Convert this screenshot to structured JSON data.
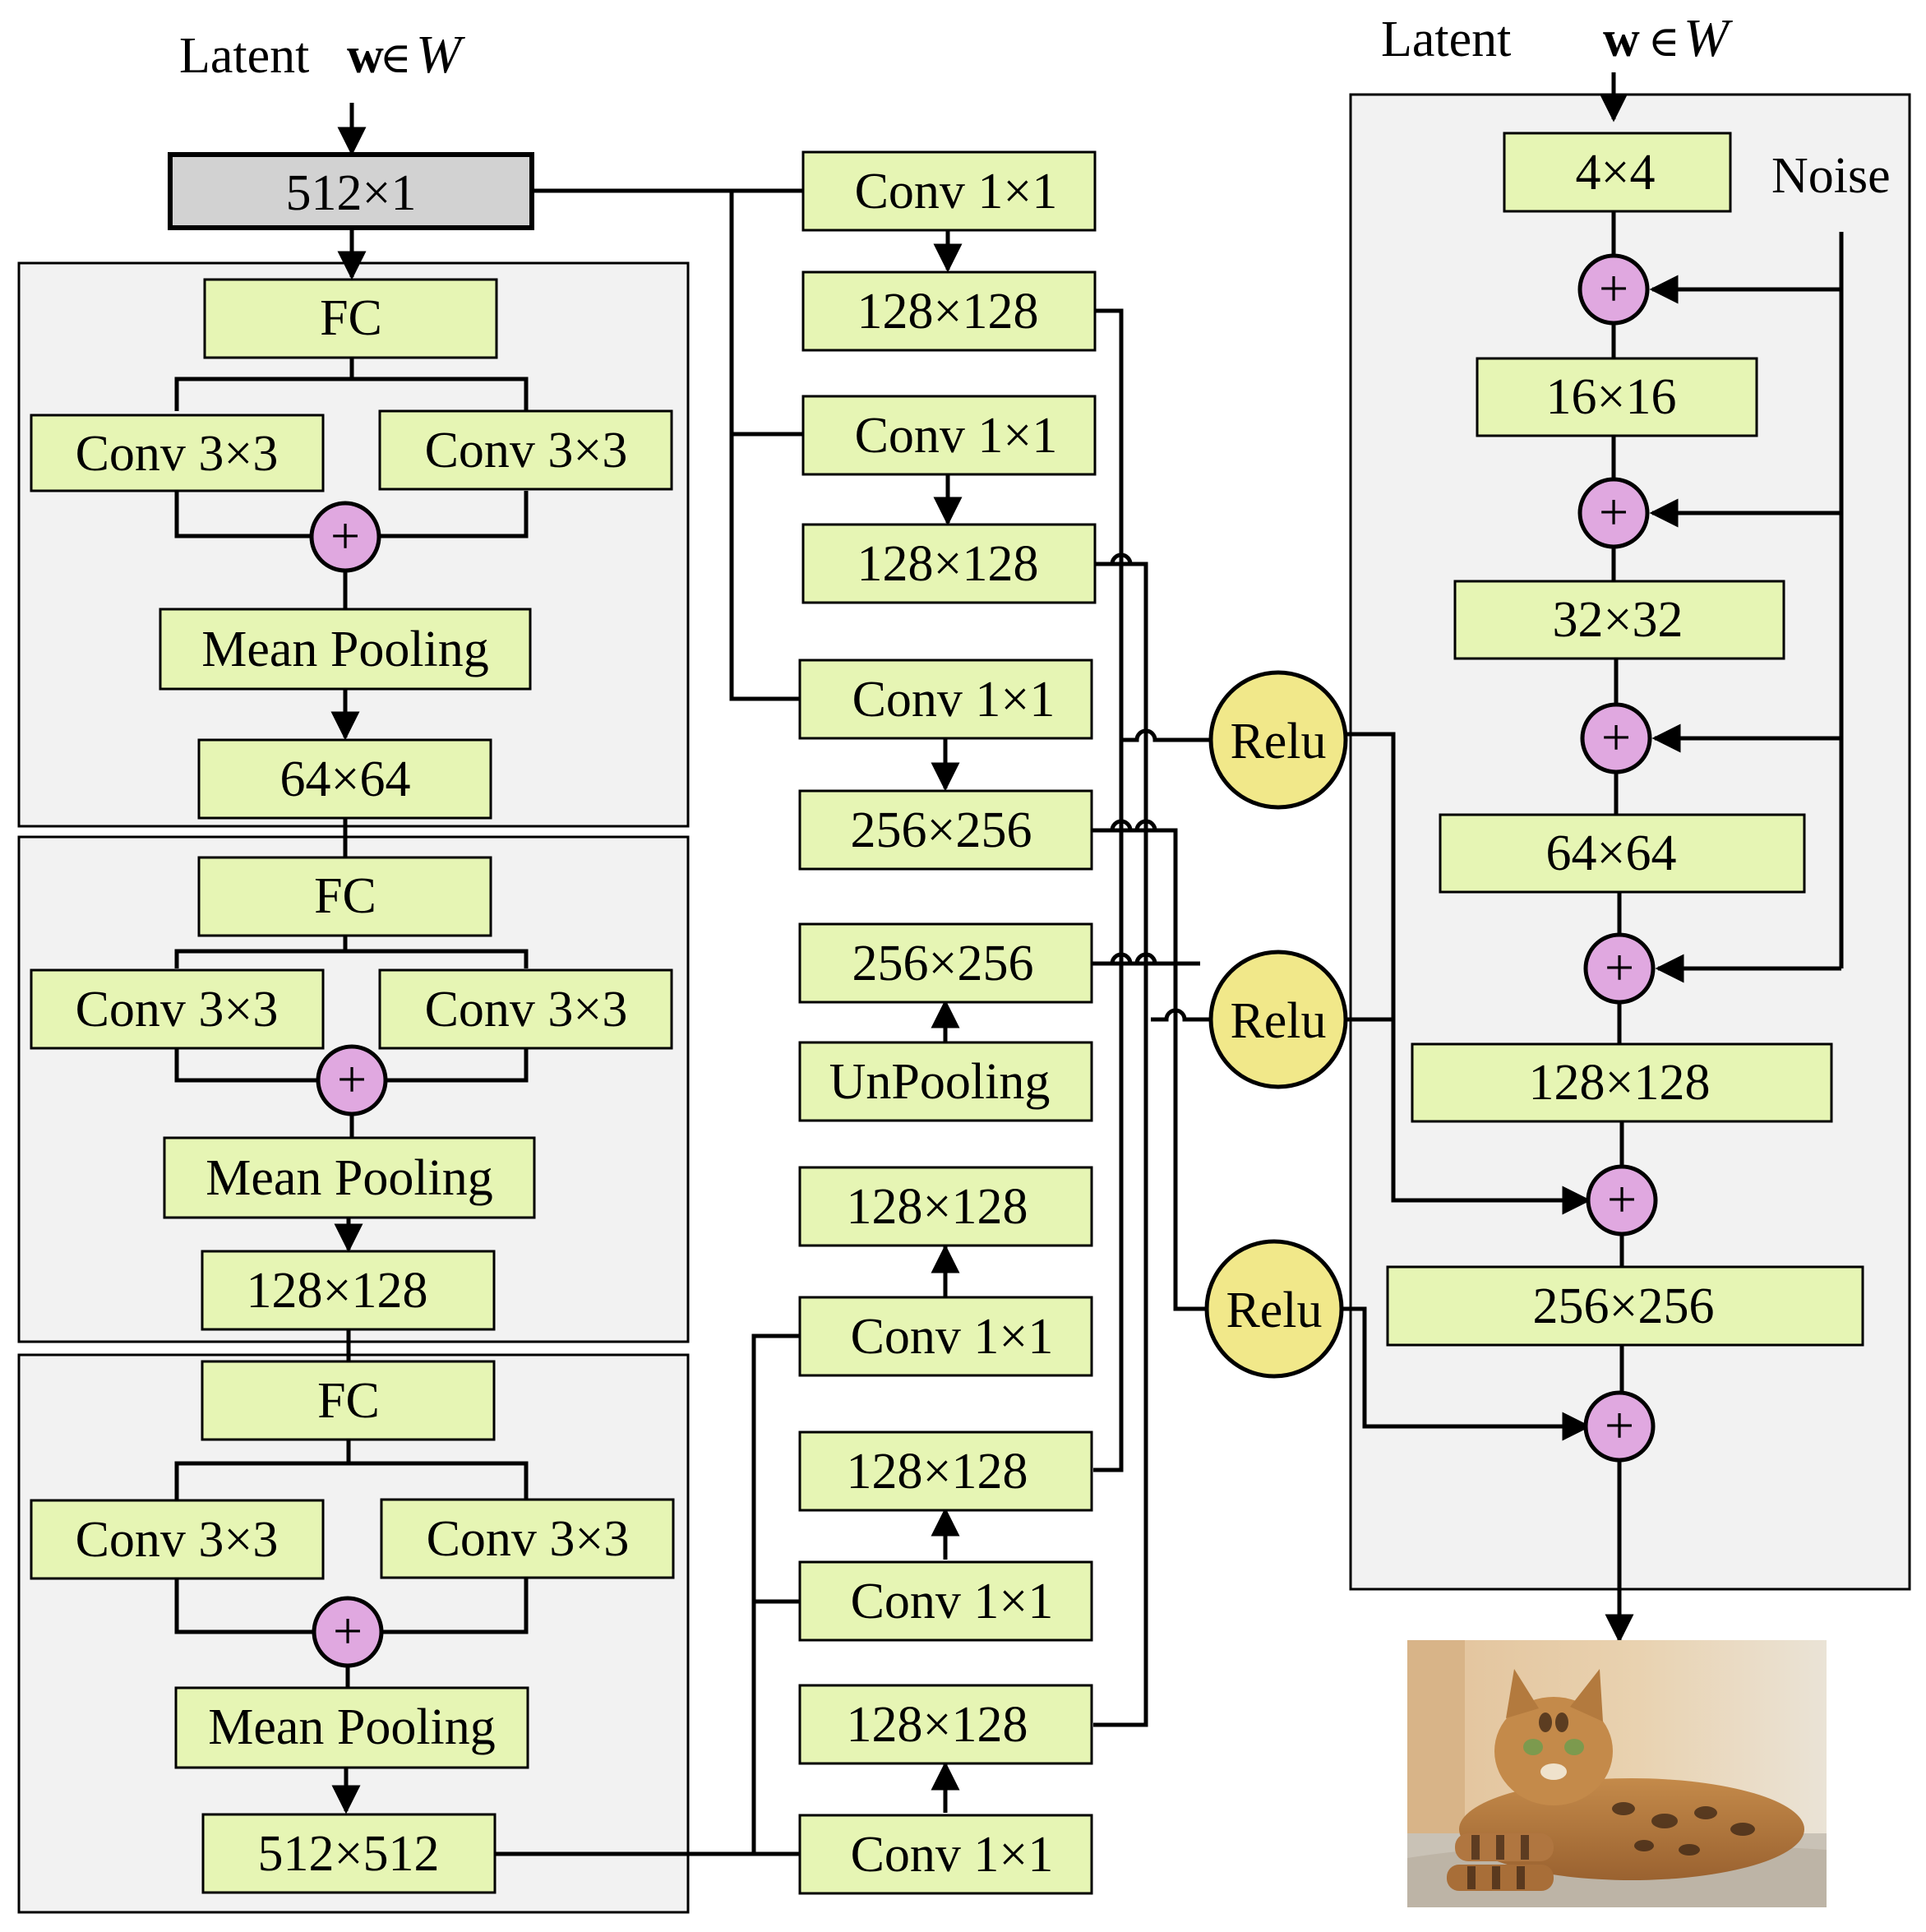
{
  "colors": {
    "box_fill": "#e6f5b4",
    "block_fill": "#d2d2d2",
    "panel_fill": "#f2f2f2",
    "add_fill": "#e0a8e0",
    "relu_fill": "#f1e88a",
    "line": "#000000"
  },
  "labels": {
    "latent_word": "Latent",
    "latent_w": "w",
    "latent_in": "∈",
    "latent_space": "W",
    "noise": "Noise",
    "add_symbol": "+"
  },
  "left": {
    "input_block": "512×1",
    "stages": [
      {
        "fc": "FC",
        "conv_a": "Conv 3×3",
        "conv_b": "Conv 3×3",
        "pool": "Mean Pooling",
        "out": "64×64"
      },
      {
        "fc": "FC",
        "conv_a": "Conv 3×3",
        "conv_b": "Conv 3×3",
        "pool": "Mean Pooling",
        "out": "128×128"
      },
      {
        "fc": "FC",
        "conv_a": "Conv 3×3",
        "conv_b": "Conv 3×3",
        "pool": "Mean Pooling",
        "out": "512×512"
      }
    ]
  },
  "middle": {
    "top": [
      {
        "conv": "Conv 1×1",
        "out": "128×128"
      },
      {
        "conv": "Conv 1×1",
        "out": "128×128"
      },
      {
        "conv": "Conv 1×1",
        "out": "256×256"
      }
    ],
    "upper_out": "256×256",
    "unpooling": "UnPooling",
    "bottom": [
      {
        "feat": "128×128",
        "conv": "Conv 1×1"
      },
      {
        "feat": "128×128",
        "conv": "Conv 1×1"
      },
      {
        "feat": "128×128",
        "conv": "Conv 1×1"
      }
    ]
  },
  "relu": [
    "Relu",
    "Relu",
    "Relu"
  ],
  "right": {
    "blocks": [
      "4×4",
      "16×16",
      "32×32",
      "64×64",
      "128×128",
      "256×256"
    ]
  },
  "output_image": {
    "icon": "cat-photo-icon"
  }
}
